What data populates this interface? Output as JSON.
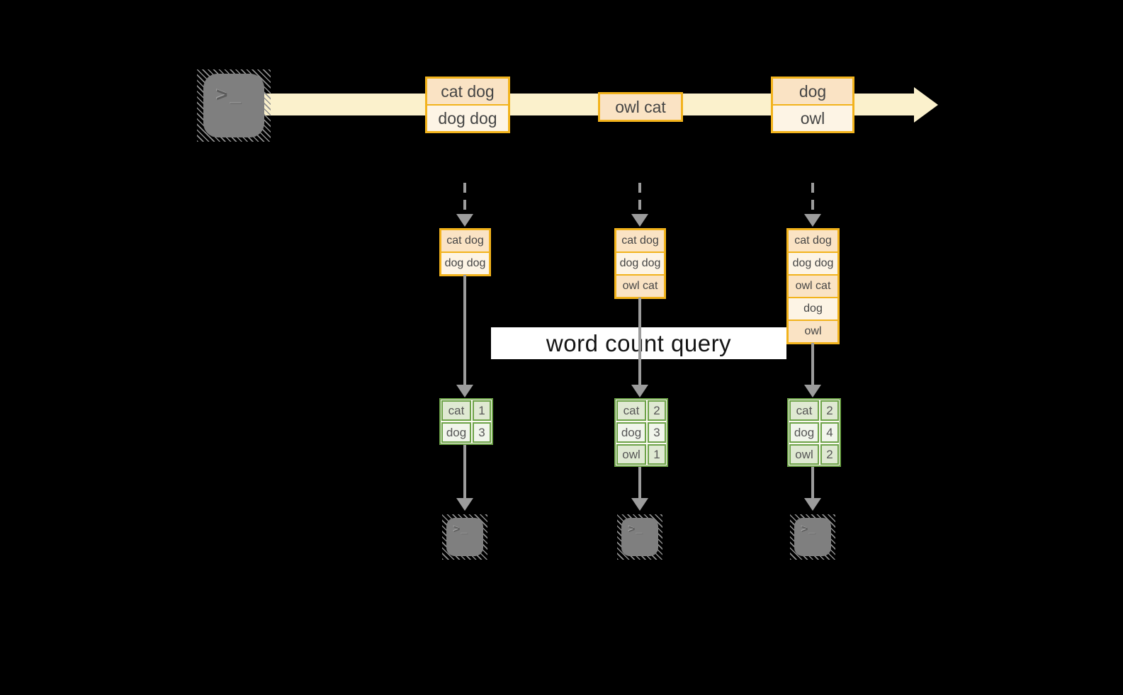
{
  "query_label": "word count query",
  "colors": {
    "background": "#000000",
    "stream_band": "#FBF1CC",
    "amber_border": "#F2B31C",
    "cell_peach": "#FAE3C4",
    "cell_cream": "#FDF4E5",
    "green_border": "#6DA348",
    "result_cell_dark": "#DFE9D2",
    "result_cell_light": "#F1F5EB",
    "arrow_gray": "#9C9C9C",
    "terminal_gray": "#7F7F7F"
  },
  "terminal_glyph": ">_",
  "stream": {
    "events": [
      {
        "rows": [
          "cat dog",
          "dog dog"
        ]
      },
      {
        "rows": [
          "owl cat"
        ]
      },
      {
        "rows": [
          "dog",
          "owl"
        ]
      }
    ]
  },
  "columns": [
    {
      "state_rows": [
        "cat dog",
        "dog dog"
      ],
      "result": [
        [
          "cat",
          "1"
        ],
        [
          "dog",
          "3"
        ]
      ]
    },
    {
      "state_rows": [
        "cat dog",
        "dog dog",
        "owl cat"
      ],
      "result": [
        [
          "cat",
          "2"
        ],
        [
          "dog",
          "3"
        ],
        [
          "owl",
          "1"
        ]
      ]
    },
    {
      "state_rows": [
        "cat dog",
        "dog dog",
        "owl cat",
        "dog",
        "owl"
      ],
      "result": [
        [
          "cat",
          "2"
        ],
        [
          "dog",
          "4"
        ],
        [
          "owl",
          "2"
        ]
      ]
    }
  ]
}
